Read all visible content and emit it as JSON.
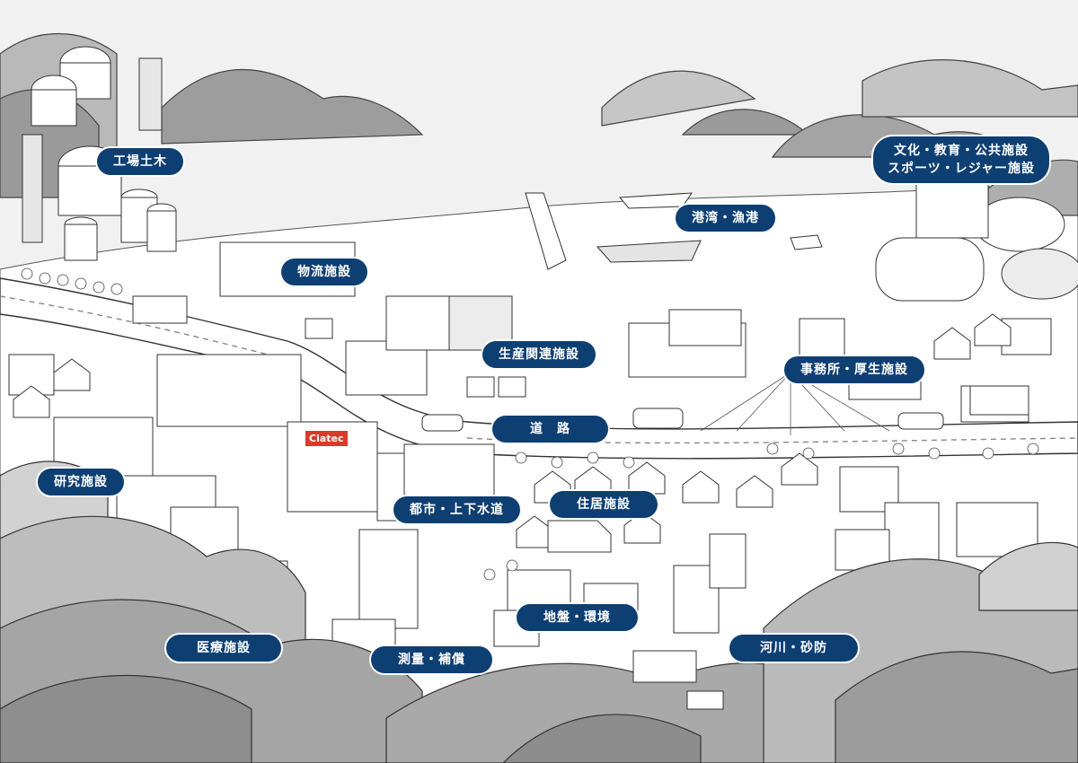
{
  "labels": {
    "factory": "工場土木",
    "logistics": "物流施設",
    "port": "港湾・漁港",
    "culture_line1": "文化・教育・公共施設",
    "culture_line2": "スポーツ・レジャー施設",
    "production": "生産関連施設",
    "office": "事務所・厚生施設",
    "road": "道　路",
    "research": "研究施設",
    "urban_water": "都市・上下水道",
    "housing": "住居施設",
    "ground_env": "地盤・環境",
    "medical": "医療施設",
    "survey": "測量・補償",
    "river": "河川・砂防"
  },
  "building_sign": {
    "brand": "Ciatec"
  },
  "colors": {
    "label_bg": "#0e3f73",
    "label_text": "#ffffff",
    "mountain_dark": "#8d8d8d",
    "mountain_mid": "#b3b3b3",
    "mountain_light": "#d6d6d6",
    "sea": "#efefef",
    "line": "#333333",
    "sign_red": "#d93a2b"
  }
}
